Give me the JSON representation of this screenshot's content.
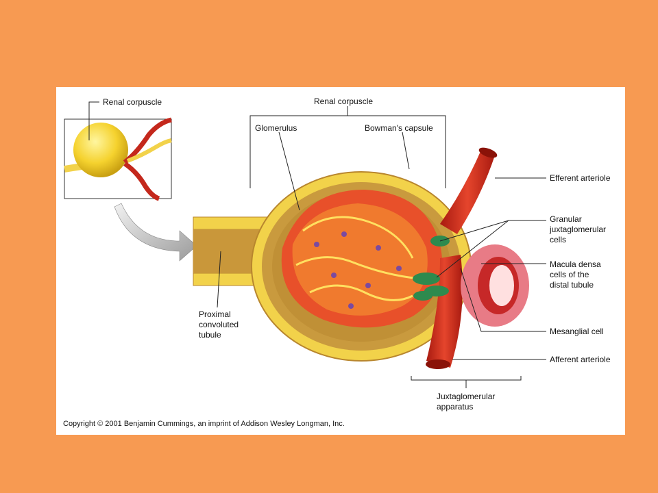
{
  "labels": {
    "inset_title": "Renal corpuscle",
    "main_title": "Renal corpuscle",
    "glomerulus": "Glomerulus",
    "bowmans_capsule": "Bowman's capsule",
    "efferent_arteriole": "Efferent arteriole",
    "granular": [
      "Granular",
      "juxtaglomerular",
      "cells"
    ],
    "macula_densa": [
      "Macula densa",
      "cells of the",
      "distal tubule"
    ],
    "mesangial": "Mesanglial cell",
    "afferent": "Afferent arteriole",
    "proximal": [
      "Proximal",
      "convoluted",
      "tubule"
    ],
    "juxtaglomerular": [
      "Juxtaglomerular",
      "apparatus"
    ]
  },
  "copyright": "Copyright © 2001 Benjamin Cummings, an imprint of Addison Wesley Longman, Inc.",
  "colors": {
    "slide_background": "#F79A52",
    "panel_background": "#FFFFFF",
    "capsule_yellow": "#F2D24A",
    "tubule_brown": "#B8862E",
    "vessel_red": "#D8321E",
    "granular_green": "#2E8A4E",
    "nuclei_purple": "#7A4AA0"
  }
}
